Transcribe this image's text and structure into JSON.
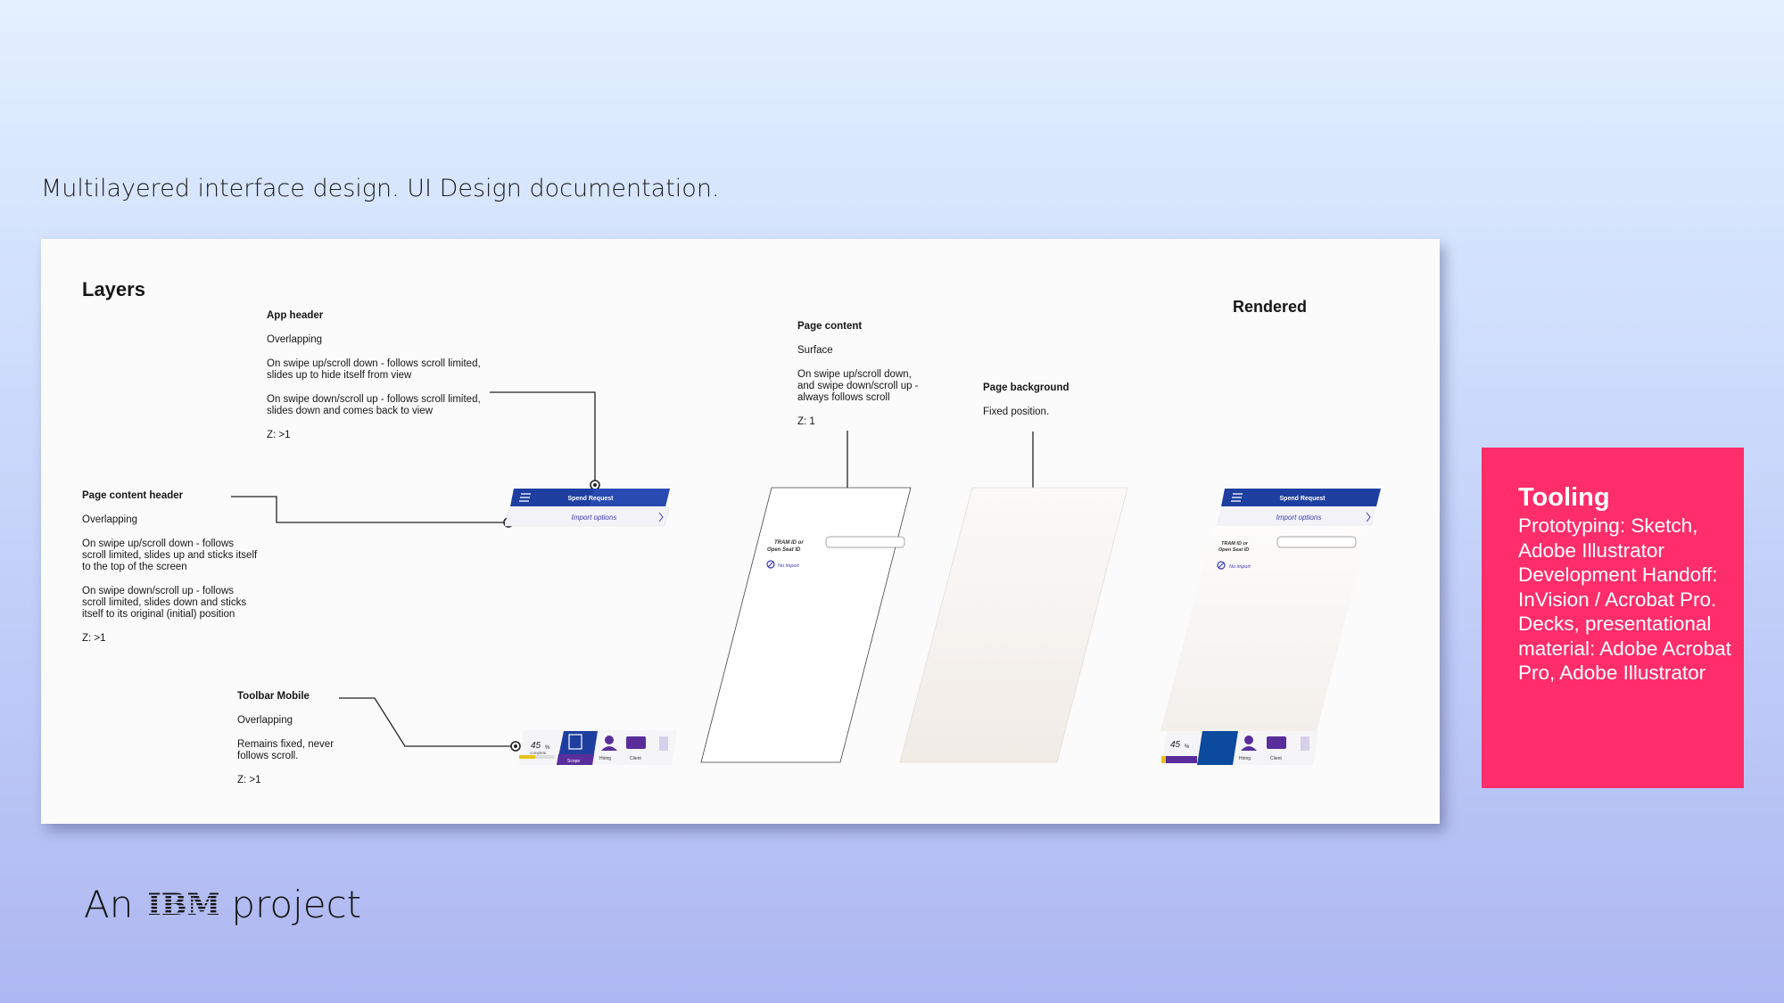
{
  "caption": "Multilayered interface design. UI Design documentation.",
  "diagram": {
    "layers_heading": "Layers",
    "rendered_heading": "Rendered",
    "app_header": {
      "title": "App header",
      "type": "Overlapping",
      "desc1": "On swipe up/scroll down -  follows scroll limited, slides up to hide itself from view",
      "desc2": "On swipe down/scroll up - follows scroll limited, slides down and comes back to view",
      "z": "Z: >1"
    },
    "page_content_header": {
      "title": "Page content header",
      "type": "Overlapping",
      "desc1": "On swipe up/scroll down -  follows scroll limited, slides up and sticks itself to the top of the screen",
      "desc2": "On swipe down/scroll up - follows scroll limited, slides down and sticks itself to its original (initial) position",
      "z": "Z: >1"
    },
    "toolbar_mobile": {
      "title": "Toolbar Mobile",
      "type": "Overlapping",
      "desc1": "Remains fixed, never follows scroll.",
      "z": "Z: >1"
    },
    "page_content": {
      "title": "Page content",
      "type": "Surface",
      "desc1": "On swipe up/scroll down, and swipe down/scroll up - always follows scroll",
      "z": "Z: 1"
    },
    "page_background": {
      "title": "Page background",
      "desc1": "Fixed position."
    },
    "mockup": {
      "header_title": "Spend Request",
      "import_options": "Import options",
      "field_label_1": "TRAM ID or",
      "field_label_2": "Open Seat ID",
      "no_import": "No import",
      "progress_value": "45",
      "progress_unit": "%",
      "progress_label": "complete",
      "tab_scoping": "Scope",
      "tab_hiring": "Hiring",
      "tab_client": "Client"
    }
  },
  "tooling": {
    "title": "Tooling",
    "body": "Prototyping: Sketch, Adobe Illustrator Development Handoff: InVision / Acrobat Pro. Decks, presentational material: Adobe Acrobat Pro, Adobe Illustrator"
  },
  "footer": {
    "prefix": "An",
    "logo_text": "IBM",
    "suffix": "project"
  },
  "colors": {
    "brand_blue": "#1e3fa0",
    "accent_pink": "#ff2d6a",
    "purple": "#5a2d9c",
    "progress_yellow": "#e8c21a"
  }
}
